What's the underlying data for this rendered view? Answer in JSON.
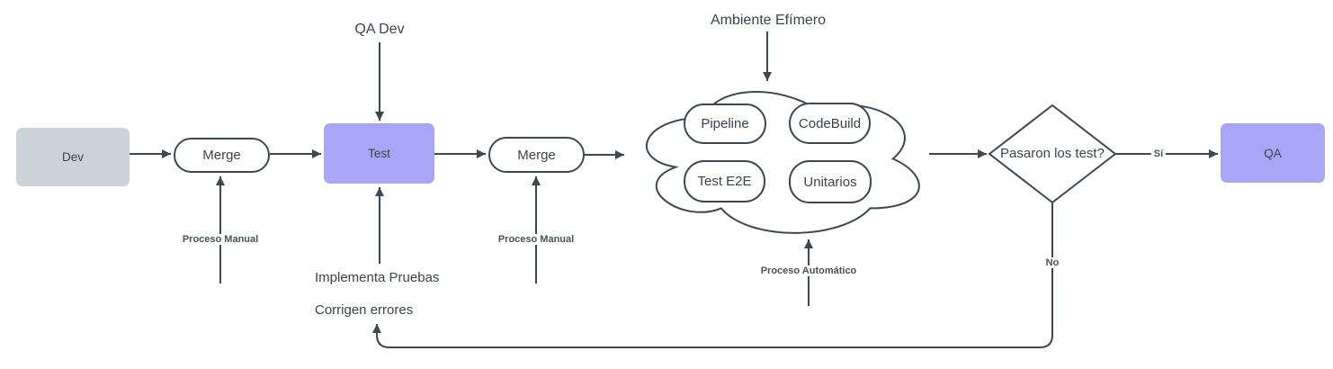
{
  "diagram": {
    "nodes": {
      "dev": {
        "label": "Dev"
      },
      "merge1": {
        "label": "Merge"
      },
      "test": {
        "label": "Test"
      },
      "merge2": {
        "label": "Merge"
      },
      "decision": {
        "label": "Pasaron los test?"
      },
      "qa": {
        "label": "QA"
      }
    },
    "cloud_items": [
      {
        "label": "Pipeline"
      },
      {
        "label": "CodeBuild"
      },
      {
        "label": "Test E2E"
      },
      {
        "label": "Unitarios"
      }
    ],
    "annotations": {
      "qa_dev": "QA Dev",
      "ambiente_efimero": "Ambiente Efímero",
      "proceso_manual_1": "Proceso Manual",
      "proceso_manual_2": "Proceso Manual",
      "proceso_automatico": "Proceso Automático",
      "implementa_pruebas": "Implementa Pruebas",
      "corrigen_errores": "Corrigen errores",
      "si": "Sí",
      "no": "No"
    },
    "colors": {
      "stroke": "#3e4852",
      "purple": "#a9a6f8",
      "gray-node": "#ccd3da",
      "text-dark": "#3b434c",
      "label-gray": "#4a525a",
      "bg": "#ffffff"
    }
  }
}
